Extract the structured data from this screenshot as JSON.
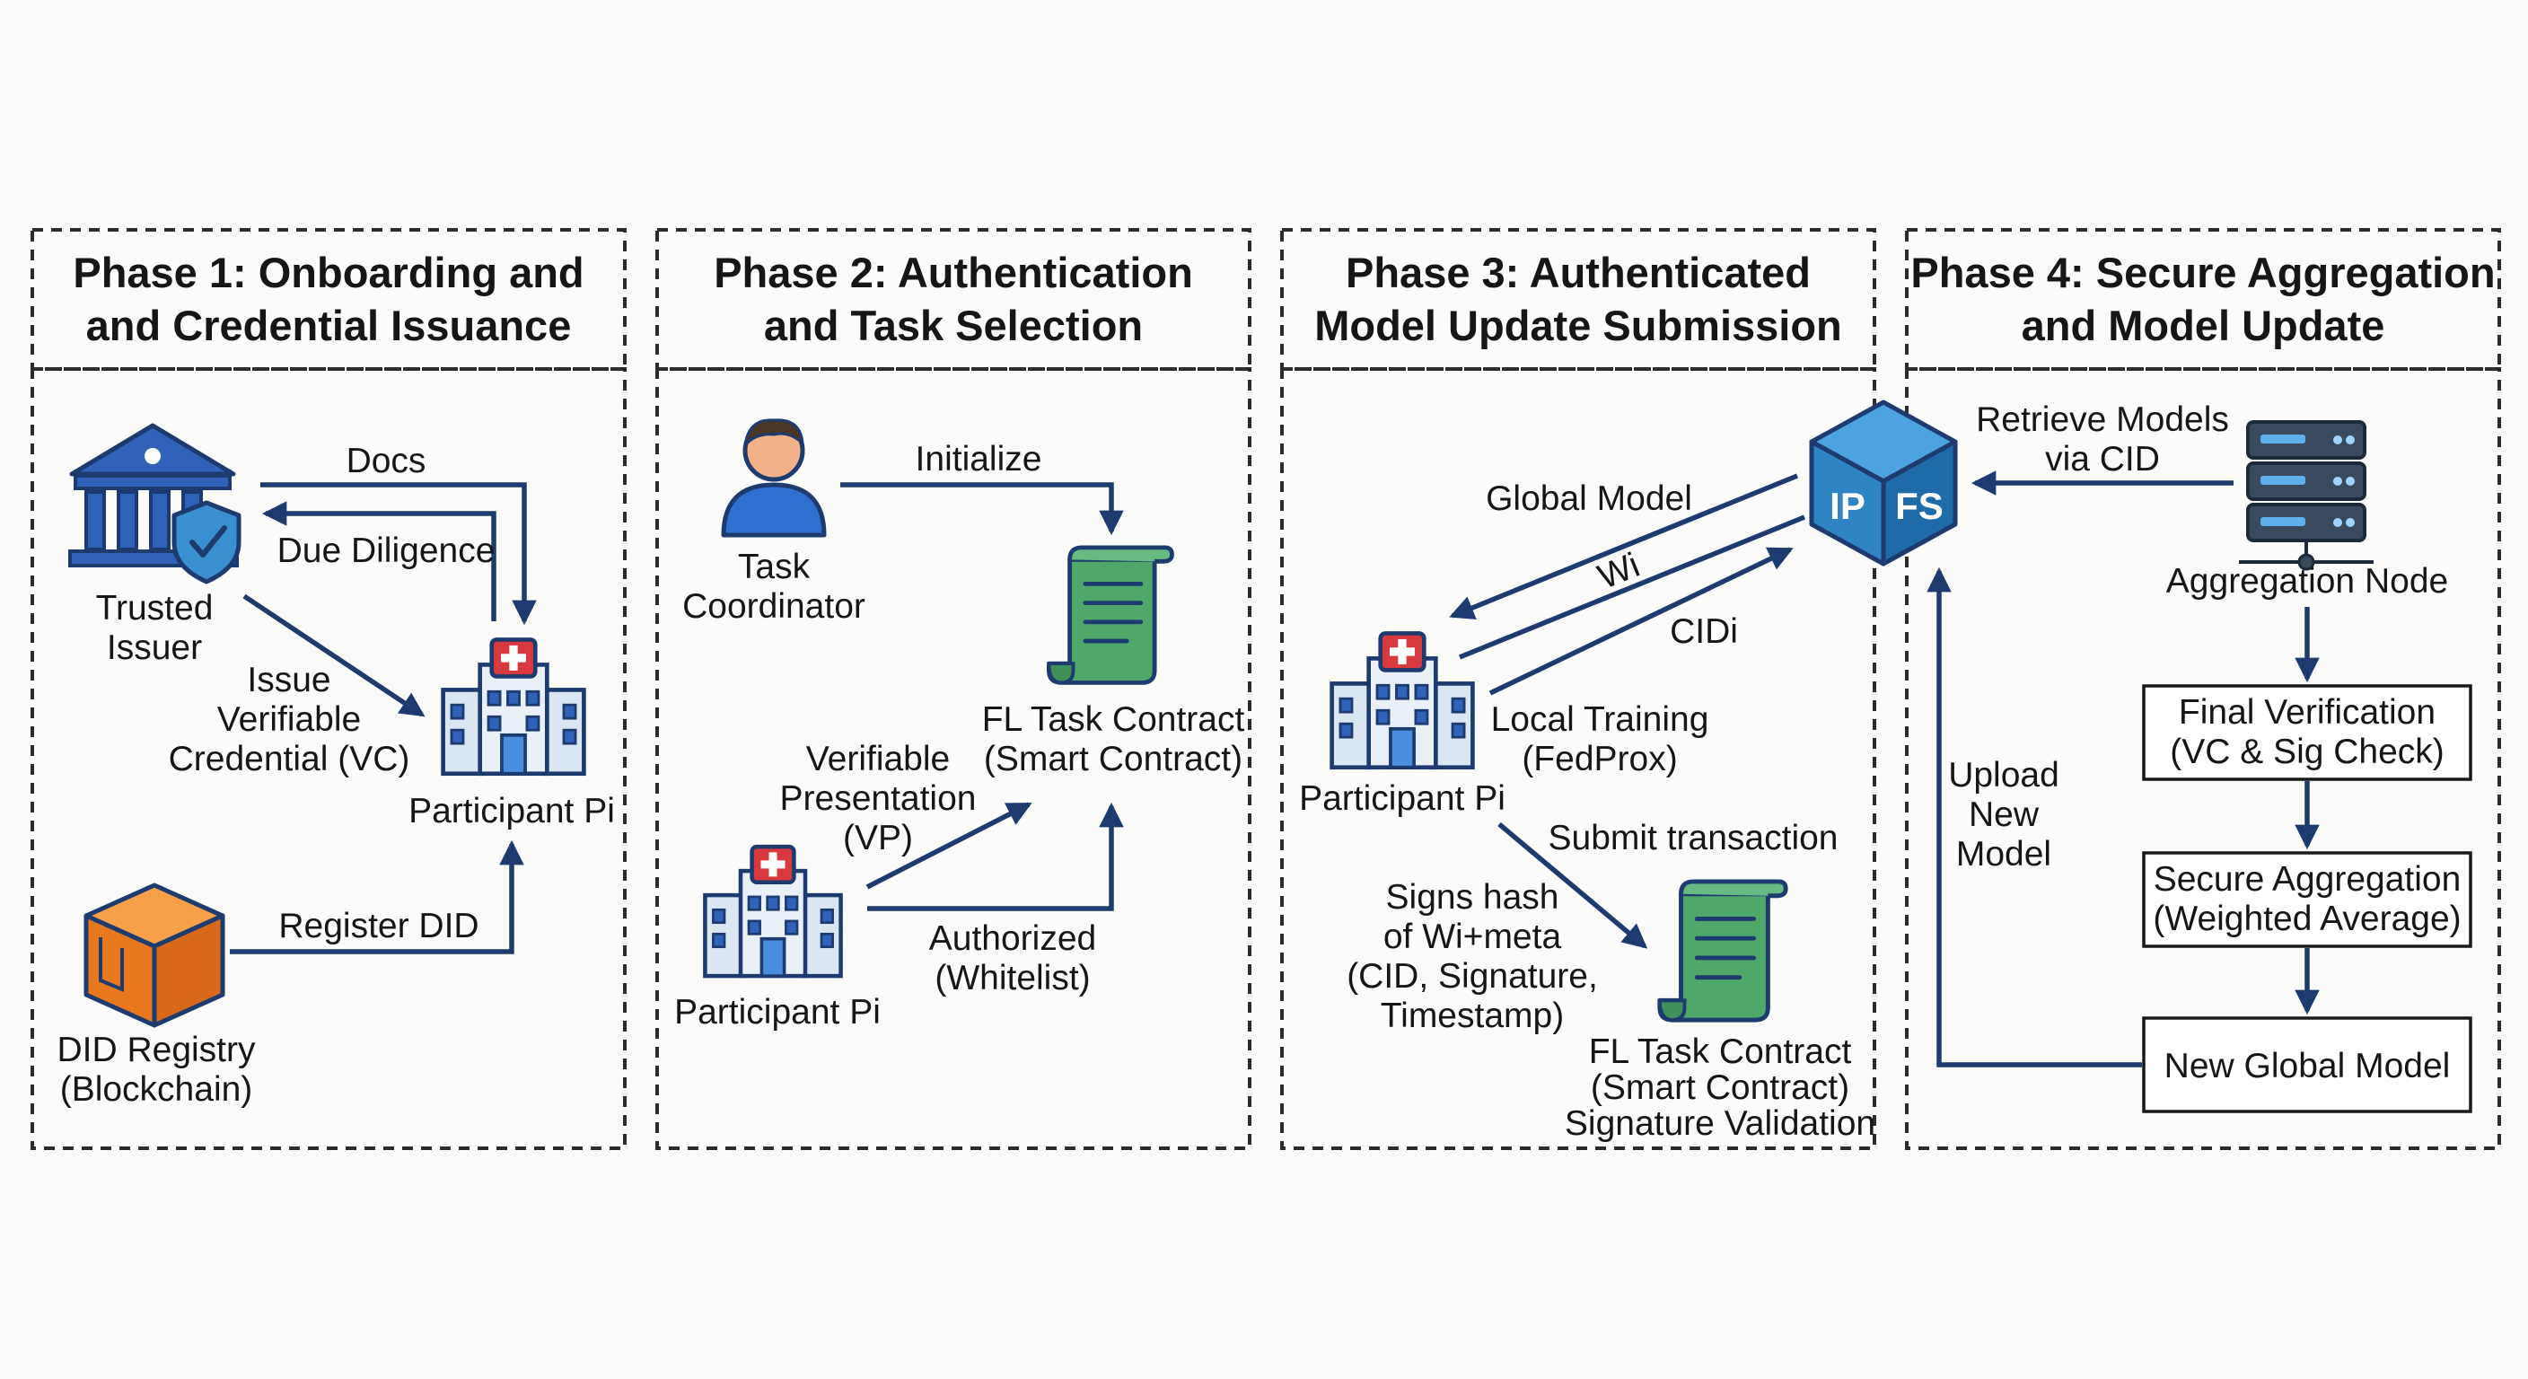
{
  "phases": [
    {
      "title_line1": "Phase 1: Onboarding and",
      "title_line2": "and Credential Issuance"
    },
    {
      "title_line1": "Phase 2: Authentication",
      "title_line2": "and Task Selection"
    },
    {
      "title_line1": "Phase 3: Authenticated",
      "title_line2": "Model Update Submission"
    },
    {
      "title_line1": "Phase 4: Secure Aggregation",
      "title_line2": "and Model Update"
    }
  ],
  "phase1": {
    "docs": "Docs",
    "due_diligence": "Due Diligence",
    "trusted_issuer_l1": "Trusted",
    "trusted_issuer_l2": "Issuer",
    "issue_l1": "Issue",
    "issue_l2": "Verifiable",
    "issue_l3": "Credential (VC)",
    "participant": "Participant Pi",
    "register_did": "Register DID",
    "registry_l1": "DID Registry",
    "registry_l2": "(Blockchain)"
  },
  "phase2": {
    "initialize": "Initialize",
    "coordinator_l1": "Task",
    "coordinator_l2": "Coordinator",
    "contract_l1": "FL Task Contract",
    "contract_l2": "(Smart Contract)",
    "vp_l1": "Verifiable",
    "vp_l2": "Presentation",
    "vp_l3": "(VP)",
    "authorized_l1": "Authorized",
    "authorized_l2": "(Whitelist)",
    "participant": "Participant Pi"
  },
  "phase3": {
    "global_model": "Global Model",
    "wi": "Wi",
    "cidi": "CIDi",
    "local_training_l1": "Local Training",
    "local_training_l2": "(FedProx)",
    "participant": "Participant Pi",
    "submit": "Submit transaction",
    "signs_l1": "Signs hash",
    "signs_l2": "of Wi+meta",
    "signs_l3": "(CID, Signature,",
    "signs_l4": "Timestamp)",
    "contract_l1": "FL Task Contract",
    "contract_l2": "(Smart Contract)",
    "contract_l3": "Signature Validation",
    "ipfs_left": "IP",
    "ipfs_right": "FS"
  },
  "phase4": {
    "retrieve_l1": "Retrieve Models",
    "retrieve_l2": "via CID",
    "aggregation_node": "Aggregation Node",
    "upload_l1": "Upload",
    "upload_l2": "New",
    "upload_l3": "Model",
    "final_l1": "Final Verification",
    "final_l2": "(VC & Sig Check)",
    "secure_l1": "Secure Aggregation",
    "secure_l2": "(Weighted Average)",
    "new_global": "New Global Model"
  },
  "colors": {
    "arrow": "#1d3b6e",
    "institution_blue": "#2f62b8",
    "contract_green": "#4fa76a",
    "registry_orange": "#e8781e",
    "ipfs_blue": "#2f84c4",
    "hospital_red": "#d8393f"
  }
}
